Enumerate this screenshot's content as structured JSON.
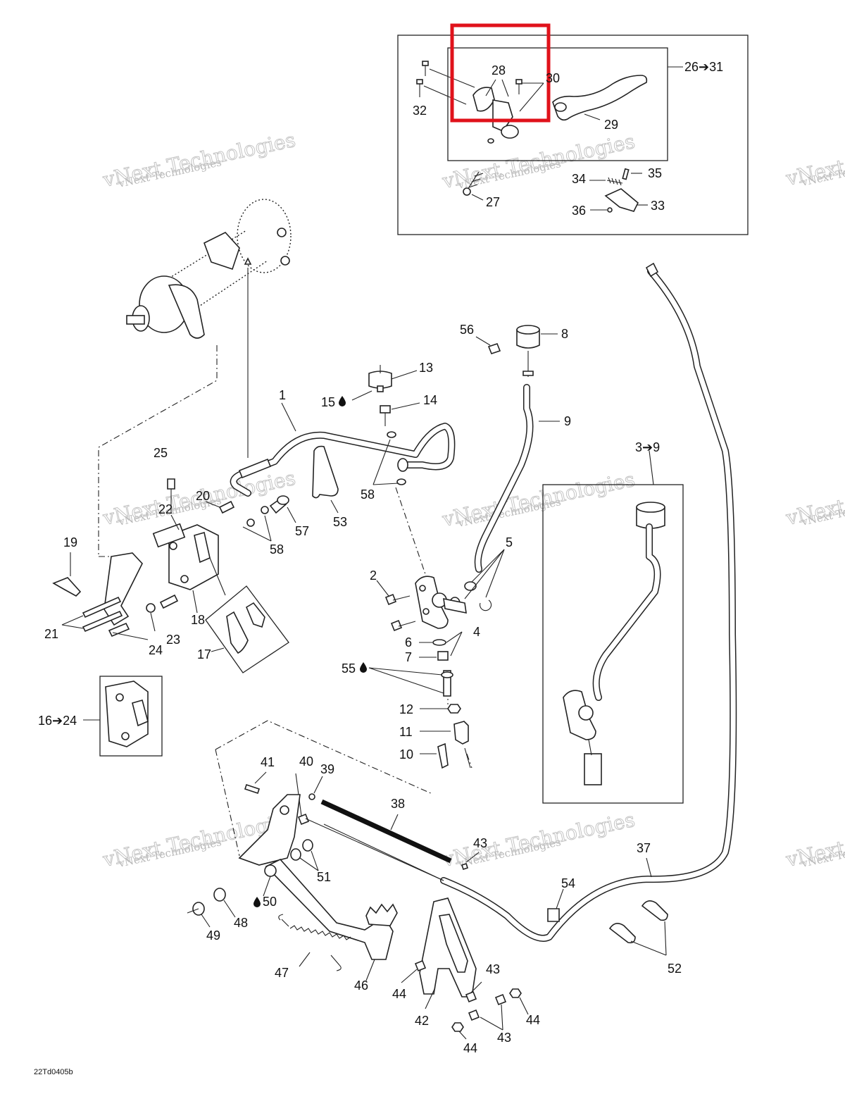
{
  "labels": {
    "p1": "1",
    "p2": "2",
    "p3_9": "3➔9",
    "p4": "4",
    "p5": "5",
    "p6": "6",
    "p7": "7",
    "p8": "8",
    "p9": "9",
    "p10": "10",
    "p11": "11",
    "p12": "12",
    "p13": "13",
    "p14": "14",
    "p15": "15",
    "p16_24": "16➔24",
    "p17": "17",
    "p18": "18",
    "p19": "19",
    "p20": "20",
    "p21": "21",
    "p22": "22",
    "p23": "23",
    "p24": "24",
    "p25": "25",
    "p26_31": "26➔31",
    "p27": "27",
    "p28": "28",
    "p29": "29",
    "p30": "30",
    "p32": "32",
    "p33": "33",
    "p34": "34",
    "p35": "35",
    "p36": "36",
    "p37": "37",
    "p38": "38",
    "p39": "39",
    "p40": "40",
    "p41": "41",
    "p42": "42",
    "p43a": "43",
    "p43b": "43",
    "p43c": "43",
    "p44a": "44",
    "p44b": "44",
    "p44c": "44",
    "p46": "46",
    "p47": "47",
    "p48": "48",
    "p49": "49",
    "p50": "50",
    "p51": "51",
    "p52": "52",
    "p53": "53",
    "p54": "54",
    "p55": "55",
    "p56": "56",
    "p57": "57",
    "p58a": "58",
    "p58b": "58"
  },
  "watermark": {
    "line1": "vNext Technologies",
    "line2": "vNext Technologies"
  },
  "figure_code": "22Td0405b",
  "icons": [
    "drop-icon"
  ],
  "highlight_color": "#e0121b"
}
